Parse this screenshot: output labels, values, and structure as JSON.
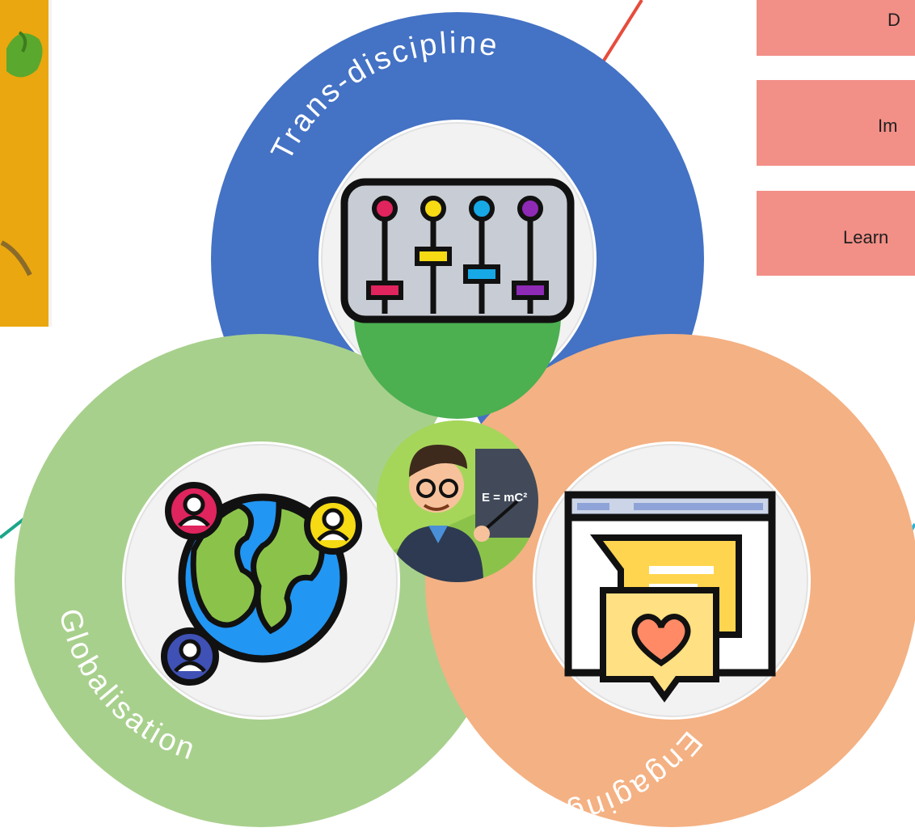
{
  "diagram": {
    "rings": [
      {
        "id": "top",
        "label": "Trans-discipline",
        "color": "#4472C4",
        "icon": "mixer-sliders-icon"
      },
      {
        "id": "left",
        "label": "Globalisation",
        "color": "#A8D08D",
        "icon": "globe-people-icon"
      },
      {
        "id": "right",
        "label": "Engaging",
        "color": "#F4B183",
        "icon": "chat-heart-icon"
      }
    ],
    "center": {
      "icon": "teacher-icon",
      "board_text": "E = mC²"
    },
    "side_boxes": [
      "D",
      "Im",
      "Learn"
    ],
    "colors": {
      "box": "#F28F87",
      "connector_red": "#E74C3C",
      "connector_teal": "#1AA68A",
      "connector_cyan": "#2BB3D6"
    }
  }
}
